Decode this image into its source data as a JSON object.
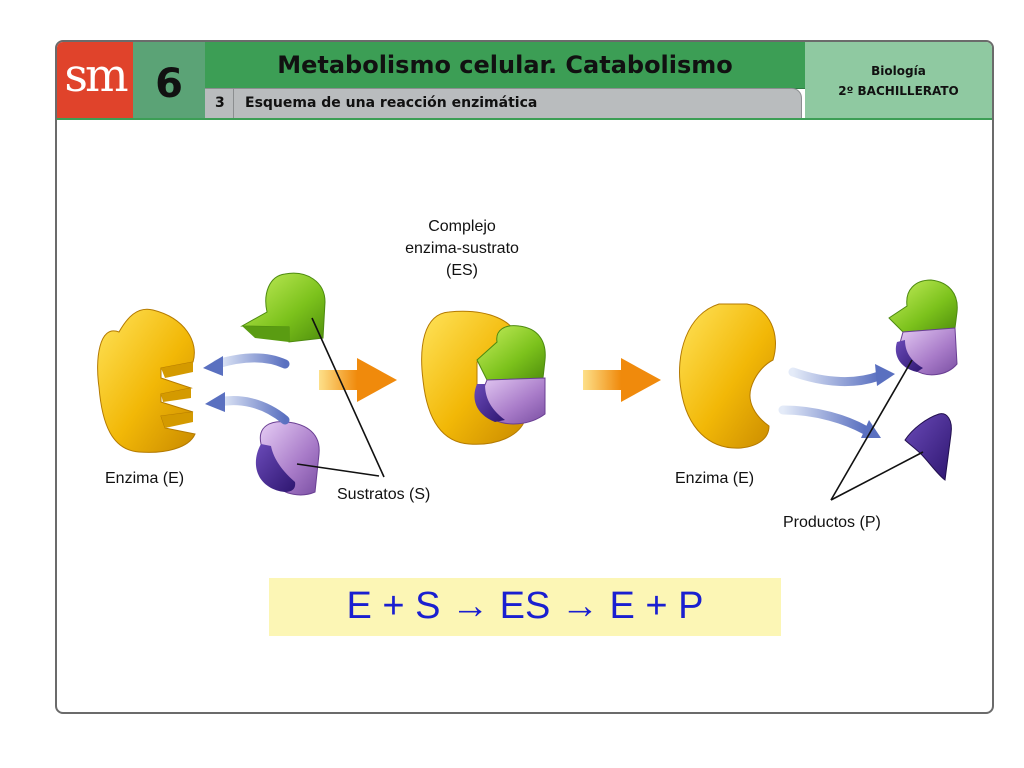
{
  "header": {
    "logo": "sm",
    "unit_number": "6",
    "title": "Metabolismo celular. Catabolismo",
    "section_number": "3",
    "section_title": "Esquema de una reacción enzimática",
    "subject": "Biología",
    "course": "2º BACHILLERATO"
  },
  "diagram": {
    "labels": {
      "enzyme_left": "Enzima (E)",
      "substrates": "Sustratos (S)",
      "complex_line1": "Complejo",
      "complex_line2": "enzima-sustrato",
      "complex_line3": "(ES)",
      "enzyme_right": "Enzima (E)",
      "products": "Productos (P)"
    },
    "colors": {
      "enzyme": "#f2b807",
      "substrate_green": "#7cc21c",
      "substrate_purple": "#a97cc9",
      "substrate_dark_purple": "#4a2a8f",
      "arrow_orange": "#f59a12",
      "arrow_blue": "#6a82c8",
      "equation_text": "#1a1fd0",
      "equation_bg": "#fcf6b5"
    },
    "equation": "E + S → ES → E + P"
  }
}
